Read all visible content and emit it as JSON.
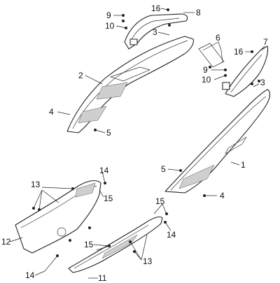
{
  "labels": {
    "l1": "1",
    "l2": "2",
    "l3a": "3",
    "l3b": "3",
    "l4a": "4",
    "l4b": "4",
    "l5a": "5",
    "l5b": "5",
    "l6": "6",
    "l7": "7",
    "l8": "8",
    "l9a": "9",
    "l9b": "9",
    "l10a": "10",
    "l10b": "10",
    "l11": "11",
    "l12": "12",
    "l13a": "13",
    "l13b": "13",
    "l14a": "14",
    "l14b": "14",
    "l14c": "14",
    "l15a": "15",
    "l15b": "15",
    "l15c": "15",
    "l16a": "16",
    "l16b": "16"
  }
}
